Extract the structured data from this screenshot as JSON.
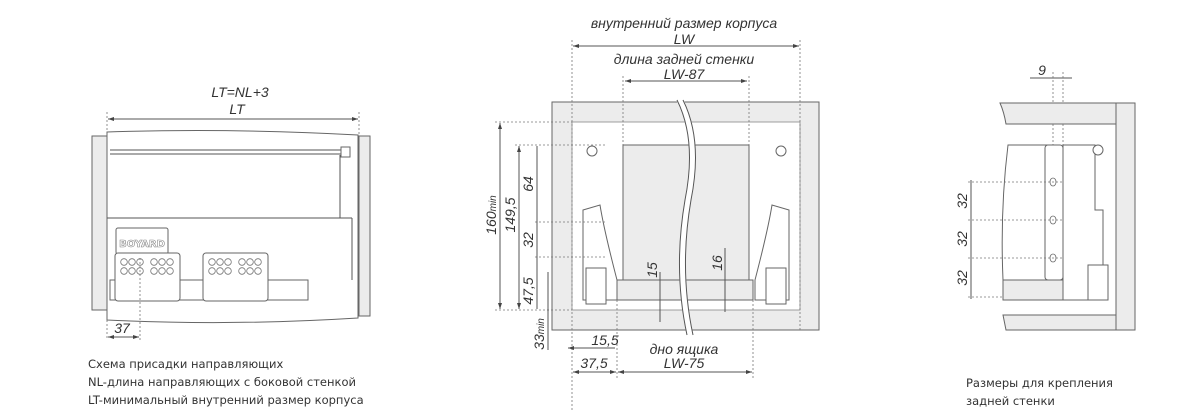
{
  "left_view": {
    "formula": "LT=NL+3",
    "lt_label": "LT",
    "offset_37": "37",
    "logo": "BOYARD",
    "caption": [
      "Схема присадки направляющих",
      "NL-длина направляющих с боковой стенкой",
      "LT-минимальный внутренний размер корпуса"
    ]
  },
  "front_view": {
    "inner_size_label": "внутренний размер корпуса",
    "lw": "LW",
    "back_wall_label": "длина задней стенки",
    "lw_87": "LW-87",
    "h160": "160",
    "h160_suffix": "min",
    "h149": "149,5",
    "d64": "64",
    "d32": "32",
    "d47": "47,5",
    "d33": "33",
    "d33_suffix": "min",
    "d15": "15",
    "d16": "16",
    "d15_5": "15,5",
    "d37_5": "37,5",
    "bottom_label": "дно ящика",
    "lw_75": "LW-75"
  },
  "side_view": {
    "d9": "9",
    "d32a": "32",
    "d32b": "32",
    "d32c": "32",
    "caption": [
      "Размеры для крепления",
      "задней стенки"
    ]
  }
}
